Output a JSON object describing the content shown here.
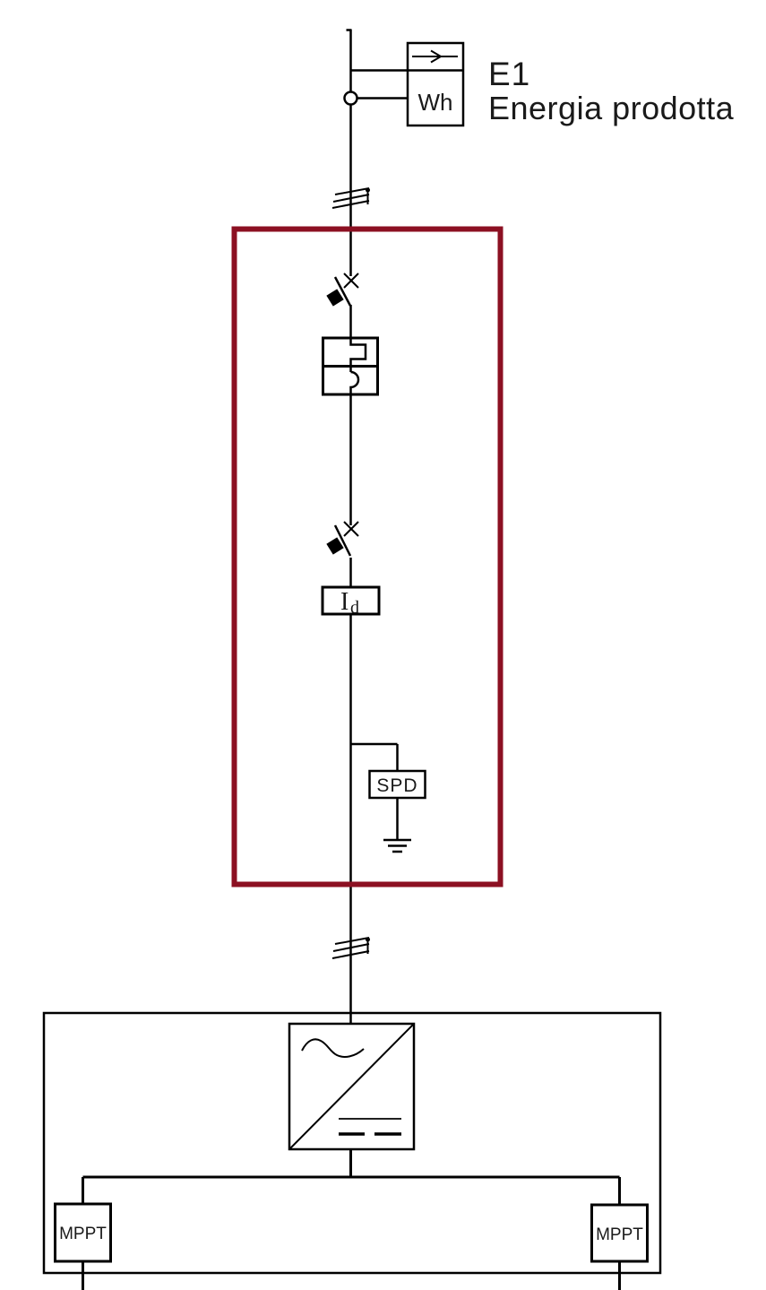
{
  "diagram": {
    "title_block": {
      "meter_id": "E1",
      "meter_description": "Energia prodotta"
    },
    "meter": {
      "unit_label": "Wh"
    },
    "differential_relay": {
      "symbol": "I",
      "subscript": "d"
    },
    "spd": {
      "label": "SPD"
    },
    "mppt_left": {
      "label": "MPPT"
    },
    "mppt_right": {
      "label": "MPPT"
    },
    "colors": {
      "line": "#000000",
      "protection_panel_border": "#8c1022",
      "background": "#ffffff"
    }
  }
}
